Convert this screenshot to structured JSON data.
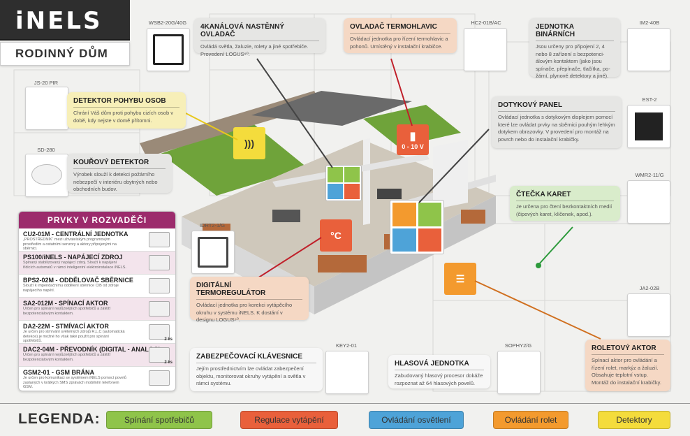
{
  "brand": "iNELS",
  "house_title": "RODINNÝ DŮM",
  "colors": {
    "green": "#8fc44a",
    "red": "#e9603b",
    "blue": "#4ea3d8",
    "orange": "#f39a2e",
    "yellow": "#f4dc3c",
    "magenta": "#9c2b6c"
  },
  "devices": {
    "wsb2": "WSB2-20G/40G",
    "hc2": "HC2-01B/AC",
    "im2": "IM2-40B",
    "js20": "JS-20 PIR",
    "est2": "EST-2",
    "sd280": "SD-280",
    "wmr": "WMR2-11/G",
    "idrt": "IDRT2-1/G",
    "ja2": "JA2-02B",
    "key2": "KEY2-01",
    "sophy": "SOPHY2/G"
  },
  "cards": {
    "kanal": {
      "title": "4KANÁLOVÁ NASTĚNNÝ OVLADAČ",
      "desc": "Ovládá světla, žaluzie, rolety a jiné spotřebiče. Provedení LOGUS⁹⁰."
    },
    "termo": {
      "title": "OVLADAČ TERMOHLAVIC",
      "desc": "Ovládací jednotka pro řízení termohlavic a pohonů. Umístěný v instalační krabičce."
    },
    "bin": {
      "title": "JEDNOTKA BINÁRNÍCH",
      "desc": "Jsou určeny pro připojení 2, 4 nebo 8 zařízení s bezpotenci-álovým kontaktem (jako jsou spínače, přepínače, tlačítka, po-žární, plynové detektory a jiné)."
    },
    "pir": {
      "title": "DETEKTOR POHYBU OSOB",
      "desc": "Chrání Váš dům proti pohybu cizích osob v době, kdy nejste v domě přítomni."
    },
    "dotyk": {
      "title": "DOTYKOVÝ PANEL",
      "desc": "Ovládací jednotka s dotykovým displejem pomocí které lze ovládat prvky na sběrnici pouhým lehkým dotykem obrazovky. V provedení pro montáž na povrch nebo do instalační krabičky."
    },
    "kour": {
      "title": "KOUŘOVÝ DETEKTOR",
      "desc": "Výrobek slouží k detekci požárního nebezpečí v interiéru obytných nebo obchodních budov."
    },
    "ctecka": {
      "title": "ČTEČKA KARET",
      "desc": "Je určena pro čtení bezkontaktních medií (čipových karet, klíčenek, apod.)."
    },
    "digi": {
      "title": "DIGITÁLNÍ TERMOREGULÁTOR",
      "desc": "Ovládací jednotka pro korekci vytápěcího okruhu v systému iNELS. K dostání v designu LOGUS⁹⁰."
    },
    "rolet": {
      "title": "ROLETOVÝ AKTOR",
      "desc": "Spínací aktor pro ovládání a řízení rolet, markýz a žaluzií. Obsahuje teplotní vstup. Montáž do instalační krabičky."
    },
    "klav": {
      "title": "ZABEZPEČOVACÍ KLÁVESNICE",
      "desc": "Jejím prostřednictvím lze ovládat zabezpečení objektu, monitorovat okruhy vytápění a světla v rámci systému."
    },
    "hlas": {
      "title": "HLASOVÁ JEDNOTKA",
      "desc": "Zabudovaný hlasový procesor dokáže rozpoznat až 64 hlasových povelů."
    }
  },
  "rozvadec": {
    "title": "PRVKY V ROZVADĚČI",
    "items": [
      {
        "name": "CU2-01M - CENTRÁLNÍ JEDNOTKA",
        "desc": "„PROSTŘEDNÍK“ mezi uživatelským programovým prostředím a ostatními senzory a aktory připojenými na sběrnici.",
        "badge": ""
      },
      {
        "name": "PS100/iNELS - NAPÁJECÍ ZDROJ",
        "desc": "Spínaný stabilizovaný napájecí zdroj. Slouží k napájení řídicích automatů v rámci inteligentní elektroinstalace iNELS.",
        "badge": ""
      },
      {
        "name": "BPS2-02M - ODDĚLOVAČ SBĚRNICE",
        "desc": "Slouží k impendačnímu oddělení sběrnice CIB od zdroje napájecího napětí.",
        "badge": ""
      },
      {
        "name": "SA2-012M - SPÍNACÍ AKTOR",
        "desc": "Určen pro spínání nejrůznějších spotřebičů a zátěží bezpotenciálovým kontaktem.",
        "badge": ""
      },
      {
        "name": "DA2-22M - STMÍVACÍ AKTOR",
        "desc": "Je určen pro stmívání světelných zdrojů R,L,C (automatická detekce) je možné ho však také použít pro spínání spotřebičů.",
        "badge": "2 ks"
      },
      {
        "name": "DAC2-04M - PŘEVODNÍK (DIGITAL - ANALOG)",
        "desc": "Určen pro spínání nejrůznějších spotřebičů a zátěží bezpotenciálovým kontaktem.",
        "badge": "2 ks"
      },
      {
        "name": "GSM2-01 - GSM BRÁNA",
        "desc": "Je určen pro komunikaci se systémem iNELS pomocí povelů zaslaných v krátkých SMS zprávách mobilním telefonem GSM.",
        "badge": ""
      }
    ]
  },
  "house_icons": {
    "termo_value": "0 - 10 V"
  },
  "legend": {
    "title": "LEGENDA:",
    "items": [
      {
        "label": "Spínání spotřebičů",
        "color": "#8fc44a"
      },
      {
        "label": "Regulace vytápění",
        "color": "#e9603b"
      },
      {
        "label": "Ovládání osvětlení",
        "color": "#4ea3d8"
      },
      {
        "label": "Ovládání rolet",
        "color": "#f39a2e"
      },
      {
        "label": "Detektory",
        "color": "#f4dc3c"
      }
    ]
  }
}
